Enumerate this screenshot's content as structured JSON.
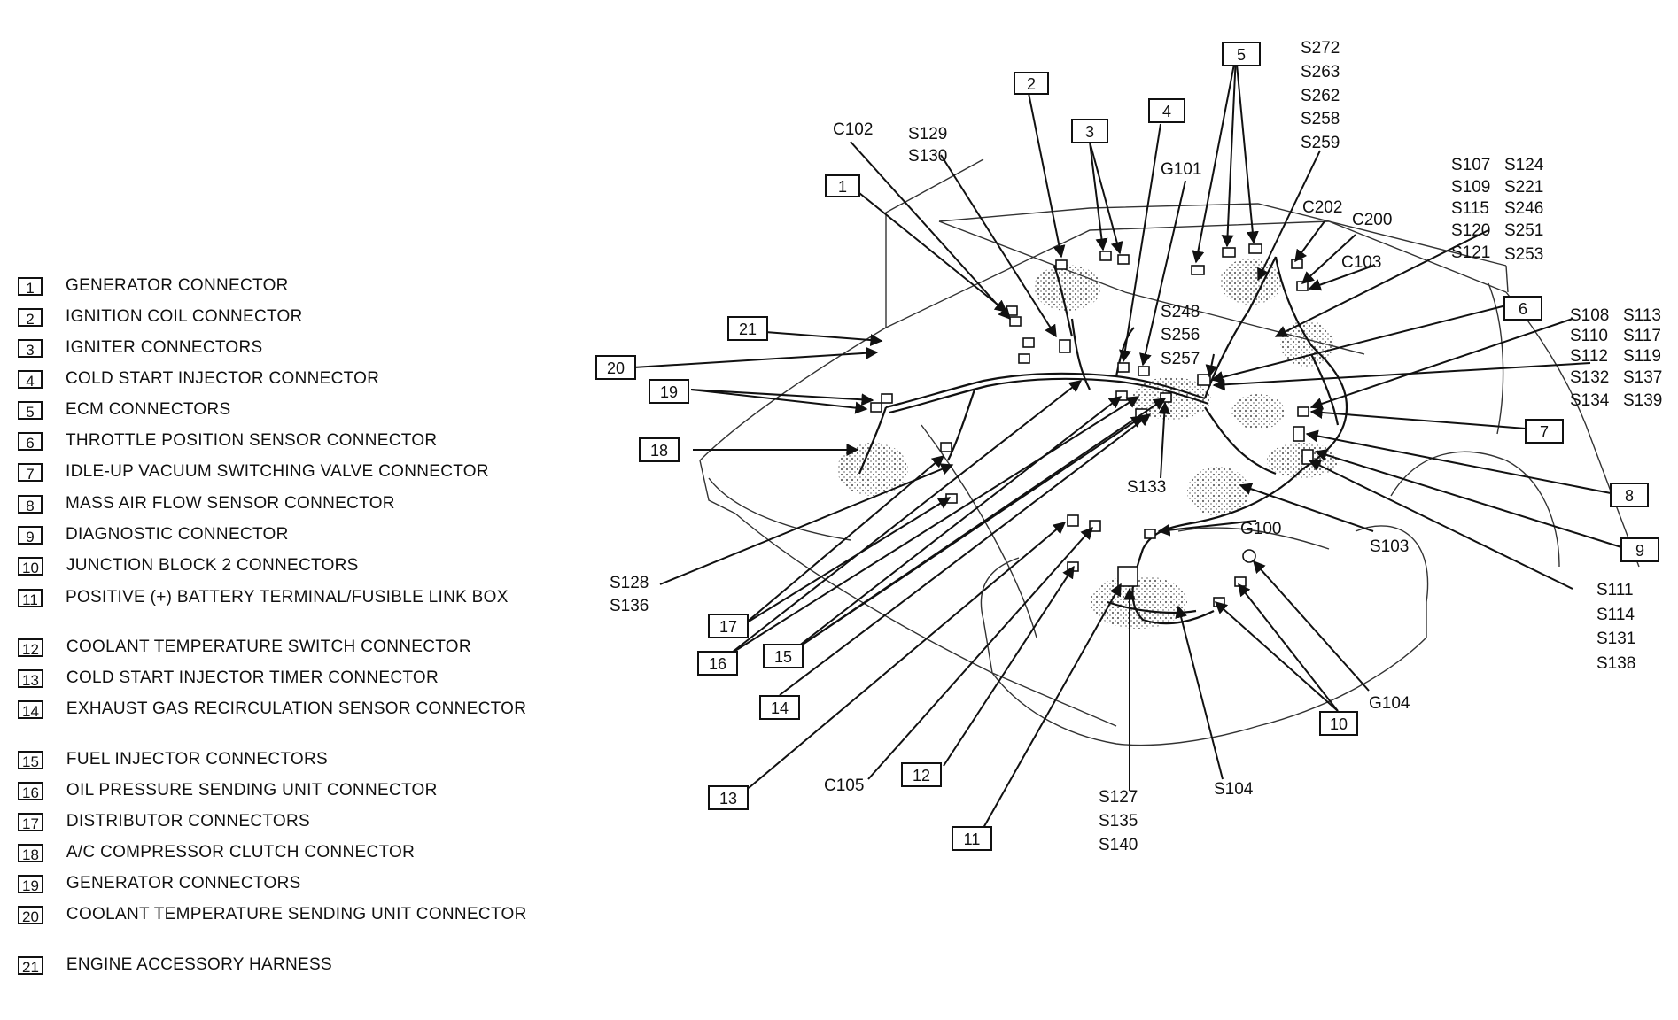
{
  "legend": {
    "items": [
      {
        "num": "1",
        "text": "GENERATOR CONNECTOR"
      },
      {
        "num": "2",
        "text": "IGNITION COIL CONNECTOR"
      },
      {
        "num": "3",
        "text": "IGNITER CONNECTORS"
      },
      {
        "num": "4",
        "text": "COLD START INJECTOR CONNECTOR"
      },
      {
        "num": "5",
        "text": "ECM CONNECTORS"
      },
      {
        "num": "6",
        "text": "THROTTLE POSITION SENSOR CONNECTOR"
      },
      {
        "num": "7",
        "text": "IDLE-UP VACUUM SWITCHING VALVE CONNECTOR"
      },
      {
        "num": "8",
        "text": "MASS AIR FLOW SENSOR CONNECTOR"
      },
      {
        "num": "9",
        "text": "DIAGNOSTIC CONNECTOR"
      },
      {
        "num": "10",
        "text": "JUNCTION BLOCK 2 CONNECTORS"
      },
      {
        "num": "11",
        "text": "POSITIVE (+) BATTERY TERMINAL/FUSIBLE LINK BOX"
      },
      {
        "num": "12",
        "text": "COOLANT TEMPERATURE SWITCH CONNECTOR"
      },
      {
        "num": "13",
        "text": "COLD START INJECTOR TIMER CONNECTOR"
      },
      {
        "num": "14",
        "text": "EXHAUST GAS RECIRCULATION SENSOR CONNECTOR"
      },
      {
        "num": "15",
        "text": "FUEL INJECTOR CONNECTORS"
      },
      {
        "num": "16",
        "text": "OIL PRESSURE SENDING UNIT CONNECTOR"
      },
      {
        "num": "17",
        "text": "DISTRIBUTOR CONNECTORS"
      },
      {
        "num": "18",
        "text": "A/C COMPRESSOR CLUTCH CONNECTOR"
      },
      {
        "num": "19",
        "text": "GENERATOR CONNECTORS"
      },
      {
        "num": "20",
        "text": "COOLANT TEMPERATURE SENDING UNIT CONNECTOR"
      },
      {
        "num": "21",
        "text": "ENGINE ACCESSORY HARNESS"
      }
    ]
  },
  "callouts": {
    "c102": "C102",
    "s129_s130": [
      "S129",
      "S130"
    ],
    "g101": "G101",
    "s272_group": [
      "S272",
      "S263",
      "S262",
      "S258",
      "S259"
    ],
    "c202": "C202",
    "c200": "C200",
    "c103": "C103",
    "s107_group": [
      "S107",
      "S109",
      "S115",
      "S120",
      "S121"
    ],
    "s124_group": [
      "S124",
      "S221",
      "S246",
      "S251",
      "S253"
    ],
    "s248_group": [
      "S248",
      "S256",
      "S257"
    ],
    "s108_group": [
      "S108",
      "S110",
      "S112",
      "S132",
      "S134"
    ],
    "s113_group": [
      "S113",
      "S117",
      "S119",
      "S137",
      "S139"
    ],
    "s133": "S133",
    "g100": "G100",
    "s103": "S103",
    "s128_s136": [
      "S128",
      "S136"
    ],
    "s111_group": [
      "S111",
      "S114",
      "S131",
      "S138"
    ],
    "g104": "G104",
    "c105": "C105",
    "s104": "S104",
    "s127_group": [
      "S127",
      "S135",
      "S140"
    ]
  }
}
